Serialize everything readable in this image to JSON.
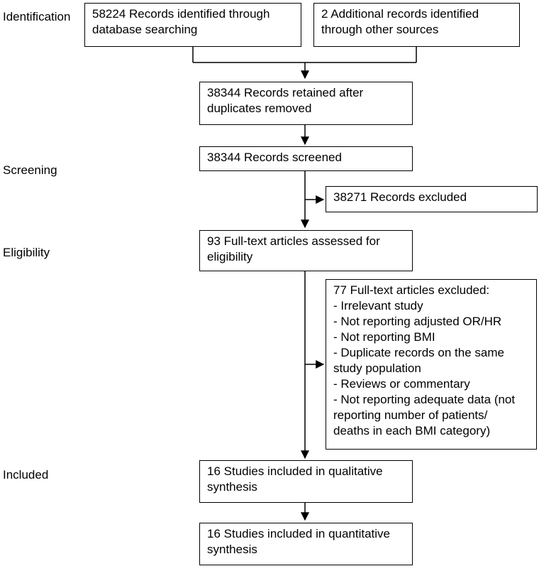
{
  "stages": {
    "identification": "Identification",
    "screening": "Screening",
    "eligibility": "Eligibility",
    "included": "Included"
  },
  "boxes": {
    "db_search": [
      "58224 Records identified through",
      "database searching"
    ],
    "other_sources": [
      "2 Additional records identified",
      "through other sources"
    ],
    "dedup": [
      "38344 Records retained after",
      "duplicates removed"
    ],
    "screened": [
      "38344 Records screened"
    ],
    "excluded_records": [
      "38271 Records excluded"
    ],
    "fulltext_assessed": [
      "93 Full-text articles assessed for",
      "eligibility"
    ],
    "fulltext_excluded": [
      "77 Full-text articles excluded:",
      "- Irrelevant study",
      "- Not reporting adjusted OR/HR",
      "- Not reporting BMI",
      "- Duplicate records on the same",
      "study population",
      "- Reviews or commentary",
      "- Not reporting adequate data (not",
      "reporting number of patients/",
      "deaths in each BMI category)"
    ],
    "qualitative": [
      "16 Studies included in qualitative",
      "synthesis"
    ],
    "quantitative": [
      "16 Studies included in quantitative",
      "synthesis"
    ]
  }
}
